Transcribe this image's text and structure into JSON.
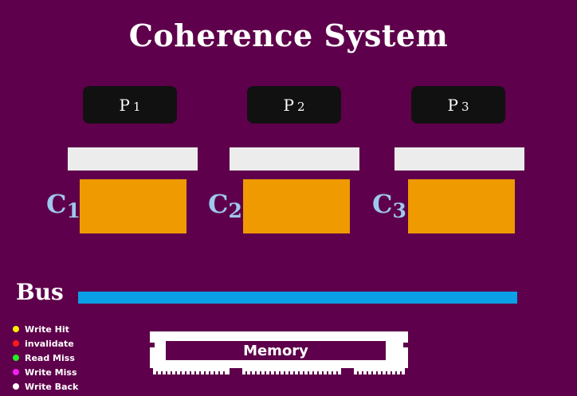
{
  "title": "Coherence System",
  "processors": [
    {
      "label": "P",
      "index": "1"
    },
    {
      "label": "P",
      "index": "2"
    },
    {
      "label": "P",
      "index": "3"
    }
  ],
  "caches": [
    {
      "label": "C",
      "index": "1"
    },
    {
      "label": "C",
      "index": "2"
    },
    {
      "label": "C",
      "index": "3"
    }
  ],
  "bus": {
    "label": "Bus"
  },
  "memory": {
    "label": "Memory"
  },
  "legend": [
    {
      "label": "Write Hit",
      "color": "#ffee00"
    },
    {
      "label": "invalidate",
      "color": "#ff1a1a"
    },
    {
      "label": "Read Miss",
      "color": "#22ee22"
    },
    {
      "label": "Write Miss",
      "color": "#ee22ee"
    },
    {
      "label": "Write Back",
      "color": "#ffffff"
    }
  ],
  "colors": {
    "background": "#5e004b",
    "processor": "#111111",
    "cache": "#ef9a00",
    "cache_line": "#ececec",
    "bus": "#0aa0e8",
    "cache_label": "#9ec8ee"
  }
}
